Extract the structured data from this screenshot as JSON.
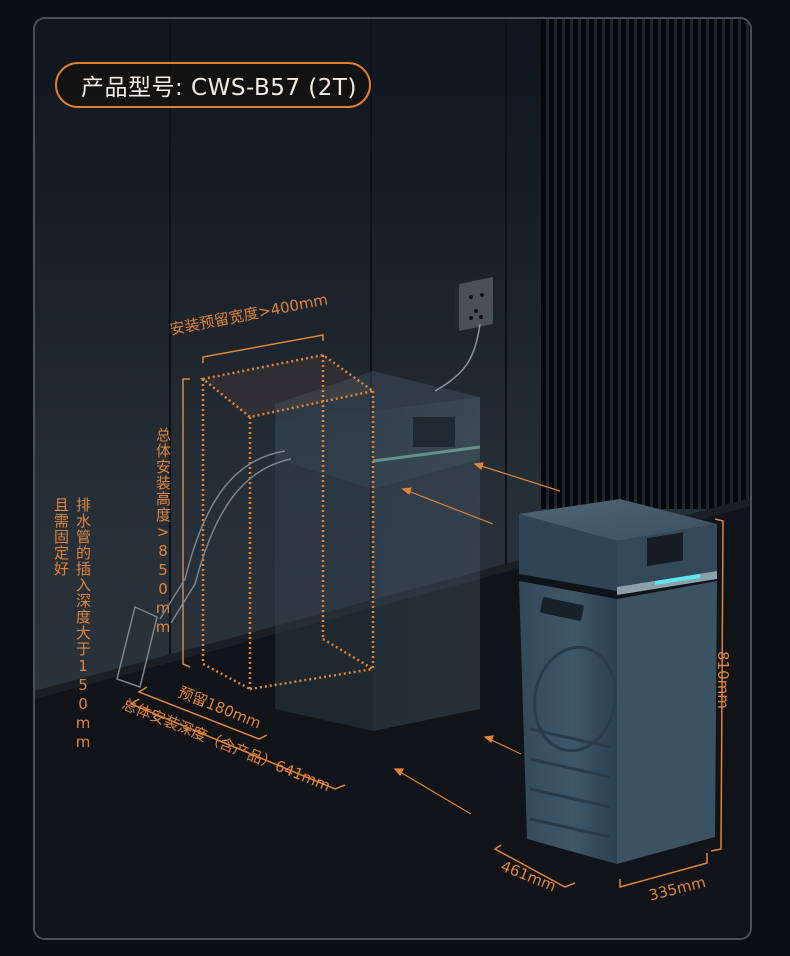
{
  "header": {
    "model_label": "产品型号: CWS-B57 (2T)"
  },
  "dimensions": {
    "reserved_width": "安装预留宽度>400mm",
    "total_height": "总体安装高度>850mm",
    "drain_note_col1": "排水管的插入深度大于150mm",
    "drain_note_col2": "且需固定好",
    "reserved_depth": "预留180mm",
    "total_depth": "总体安装深度（含产品）641mm",
    "product_height": "810mm",
    "product_depth": "461mm",
    "product_width": "335mm"
  },
  "colors": {
    "accent": "#e0843a",
    "pill_border": "#e07f2c",
    "product_body": "#3d5566",
    "led_glow": "#5fe7ee",
    "background": "#0a0e15"
  },
  "icons": {
    "wall_socket": "power-outlet-icon",
    "drain_pipe": "drain-pipe-icon",
    "arrow": "direction-arrow-icon"
  }
}
